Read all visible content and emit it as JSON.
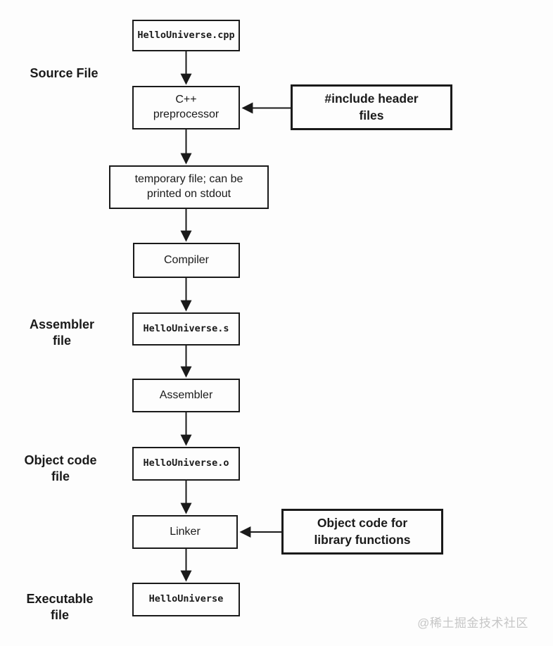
{
  "nodes": {
    "source_file_box": "HelloUniverse.cpp",
    "preprocessor": "C++\npreprocessor",
    "include_headers": "#include header\nfiles",
    "temp_file": "temporary file; can be\nprinted on stdout",
    "compiler": "Compiler",
    "assembler_file_box": "HelloUniverse.s",
    "assembler": "Assembler",
    "object_file_box": "HelloUniverse.o",
    "linker": "Linker",
    "library_object": "Object code for\nlibrary functions",
    "executable_box": "HelloUniverse"
  },
  "labels": {
    "source_file": "Source File",
    "assembler_file": "Assembler\nfile",
    "object_code_file": "Object code\nfile",
    "executable_file": "Executable\nfile"
  },
  "watermark": "@稀土掘金技术社区",
  "colors": {
    "line": "#1a1a1a",
    "text": "#1a1a1a",
    "background": "#fdfdfd",
    "watermark": "#c6c6c6"
  }
}
